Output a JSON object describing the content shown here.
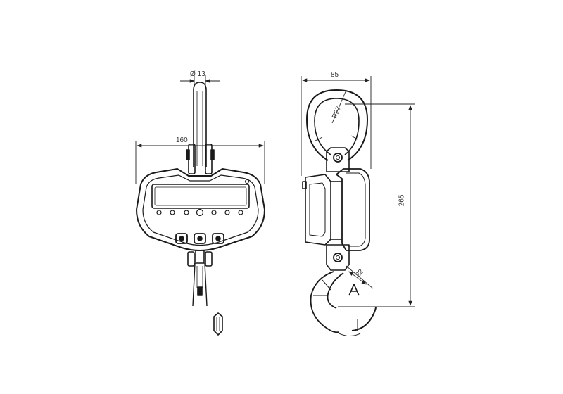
{
  "diagram": {
    "type": "technical-drawing",
    "subject": "crane scale",
    "views": [
      {
        "name": "front-view"
      },
      {
        "name": "side-view"
      }
    ],
    "dimensions": {
      "shackle_diameter": "Ø 13",
      "body_width": "160",
      "side_width": "85",
      "ring_radius": "R27",
      "total_height": "265",
      "hook_opening": "22"
    },
    "front_view": {
      "button_count": 3,
      "indicator_count": 7
    },
    "colors": {
      "line": "#1a1a1a",
      "dimension": "#333333",
      "background": "#ffffff"
    }
  }
}
